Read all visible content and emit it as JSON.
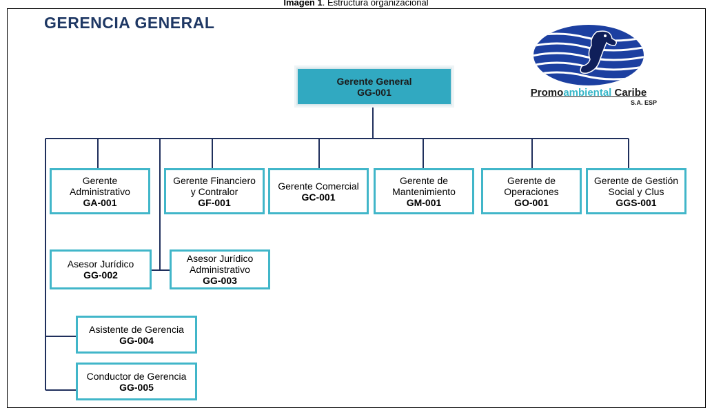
{
  "caption": {
    "bold": "Imagen 1",
    "rest": ". Estructura organizacional"
  },
  "heading": "GERENCIA GENERAL",
  "logo": {
    "brand_a": "Promo",
    "brand_b": "ambiental",
    "brand_c": " Caribe",
    "sub": "S.A. ESP"
  },
  "colors": {
    "accent": "#41b6c9",
    "top_fill": "#31a9c1",
    "heading": "#1f3864",
    "logo_blue": "#1c3fa0"
  },
  "nodes": {
    "gg001": {
      "title": "Gerente General",
      "code": "GG-001"
    },
    "ga001": {
      "title_1": "Gerente",
      "title_2": "Administrativo",
      "code": "GA-001"
    },
    "gf001": {
      "title_1": "Gerente Financiero",
      "title_2": "y Contralor",
      "code": "GF-001"
    },
    "gc001": {
      "title_1": "Gerente Comercial",
      "code": "GC-001"
    },
    "gm001": {
      "title_1": "Gerente de",
      "title_2": "Mantenimiento",
      "code": "GM-001"
    },
    "go001": {
      "title_1": "Gerente de",
      "title_2": "Operaciones",
      "code": "GO-001"
    },
    "ggs001": {
      "title_1": "Gerente de Gestión",
      "title_2": "Social y Clus",
      "code": "GGS-001"
    },
    "gg002": {
      "title_1": "Asesor Jurídico",
      "code": "GG-002"
    },
    "gg003": {
      "title_1": "Asesor Jurídico",
      "title_2": "Administrativo",
      "code": "GG-003"
    },
    "gg004": {
      "title_1": "Asistente de Gerencia",
      "code": "GG-004"
    },
    "gg005": {
      "title_1": "Conductor de Gerencia",
      "code": "GG-005"
    }
  }
}
